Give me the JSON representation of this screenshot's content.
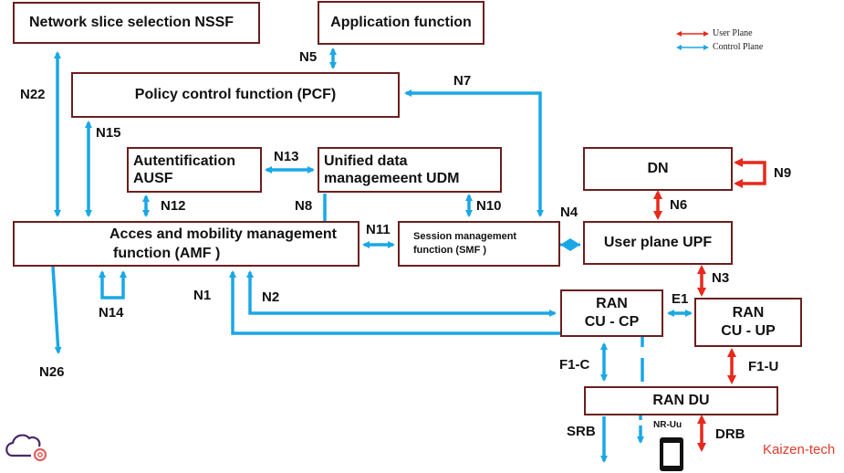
{
  "colors": {
    "control": "#1aa7e6",
    "user": "#e8281c",
    "border": "#6b1f1f"
  },
  "legend": {
    "user_plane": "User Plane",
    "control_plane": "Control Plane"
  },
  "boxes": {
    "nssf": "Network slice selection NSSF",
    "af": "Application function",
    "pcf": "Policy control function (PCF)",
    "ausf_1": "Autentification",
    "ausf_2": "AUSF",
    "udm_1": "Unified data",
    "udm_2": "managemeent UDM",
    "amf_1": "Acces and mobility management",
    "amf_2": "function (AMF )",
    "smf_1": "Session management",
    "smf_2": "function (SMF )",
    "dn": "DN",
    "upf": "User plane UPF",
    "ran_cp_1": "RAN",
    "ran_cp_2": "CU - CP",
    "ran_up_1": "RAN",
    "ran_up_2": "CU - UP",
    "ran_du": "RAN DU"
  },
  "interfaces": {
    "n1": "N1",
    "n2": "N2",
    "n3": "N3",
    "n4": "N4",
    "n5": "N5",
    "n6": "N6",
    "n7": "N7",
    "n8": "N8",
    "n9": "N9",
    "n10": "N10",
    "n11": "N11",
    "n12": "N12",
    "n13": "N13",
    "n14": "N14",
    "n15": "N15",
    "n22": "N22",
    "n26": "N26",
    "e1": "E1",
    "f1c": "F1-C",
    "f1u": "F1-U",
    "srb": "SRB",
    "drb": "DRB",
    "nruu": "NR-Uu"
  },
  "brand": "Kaizen-tech"
}
